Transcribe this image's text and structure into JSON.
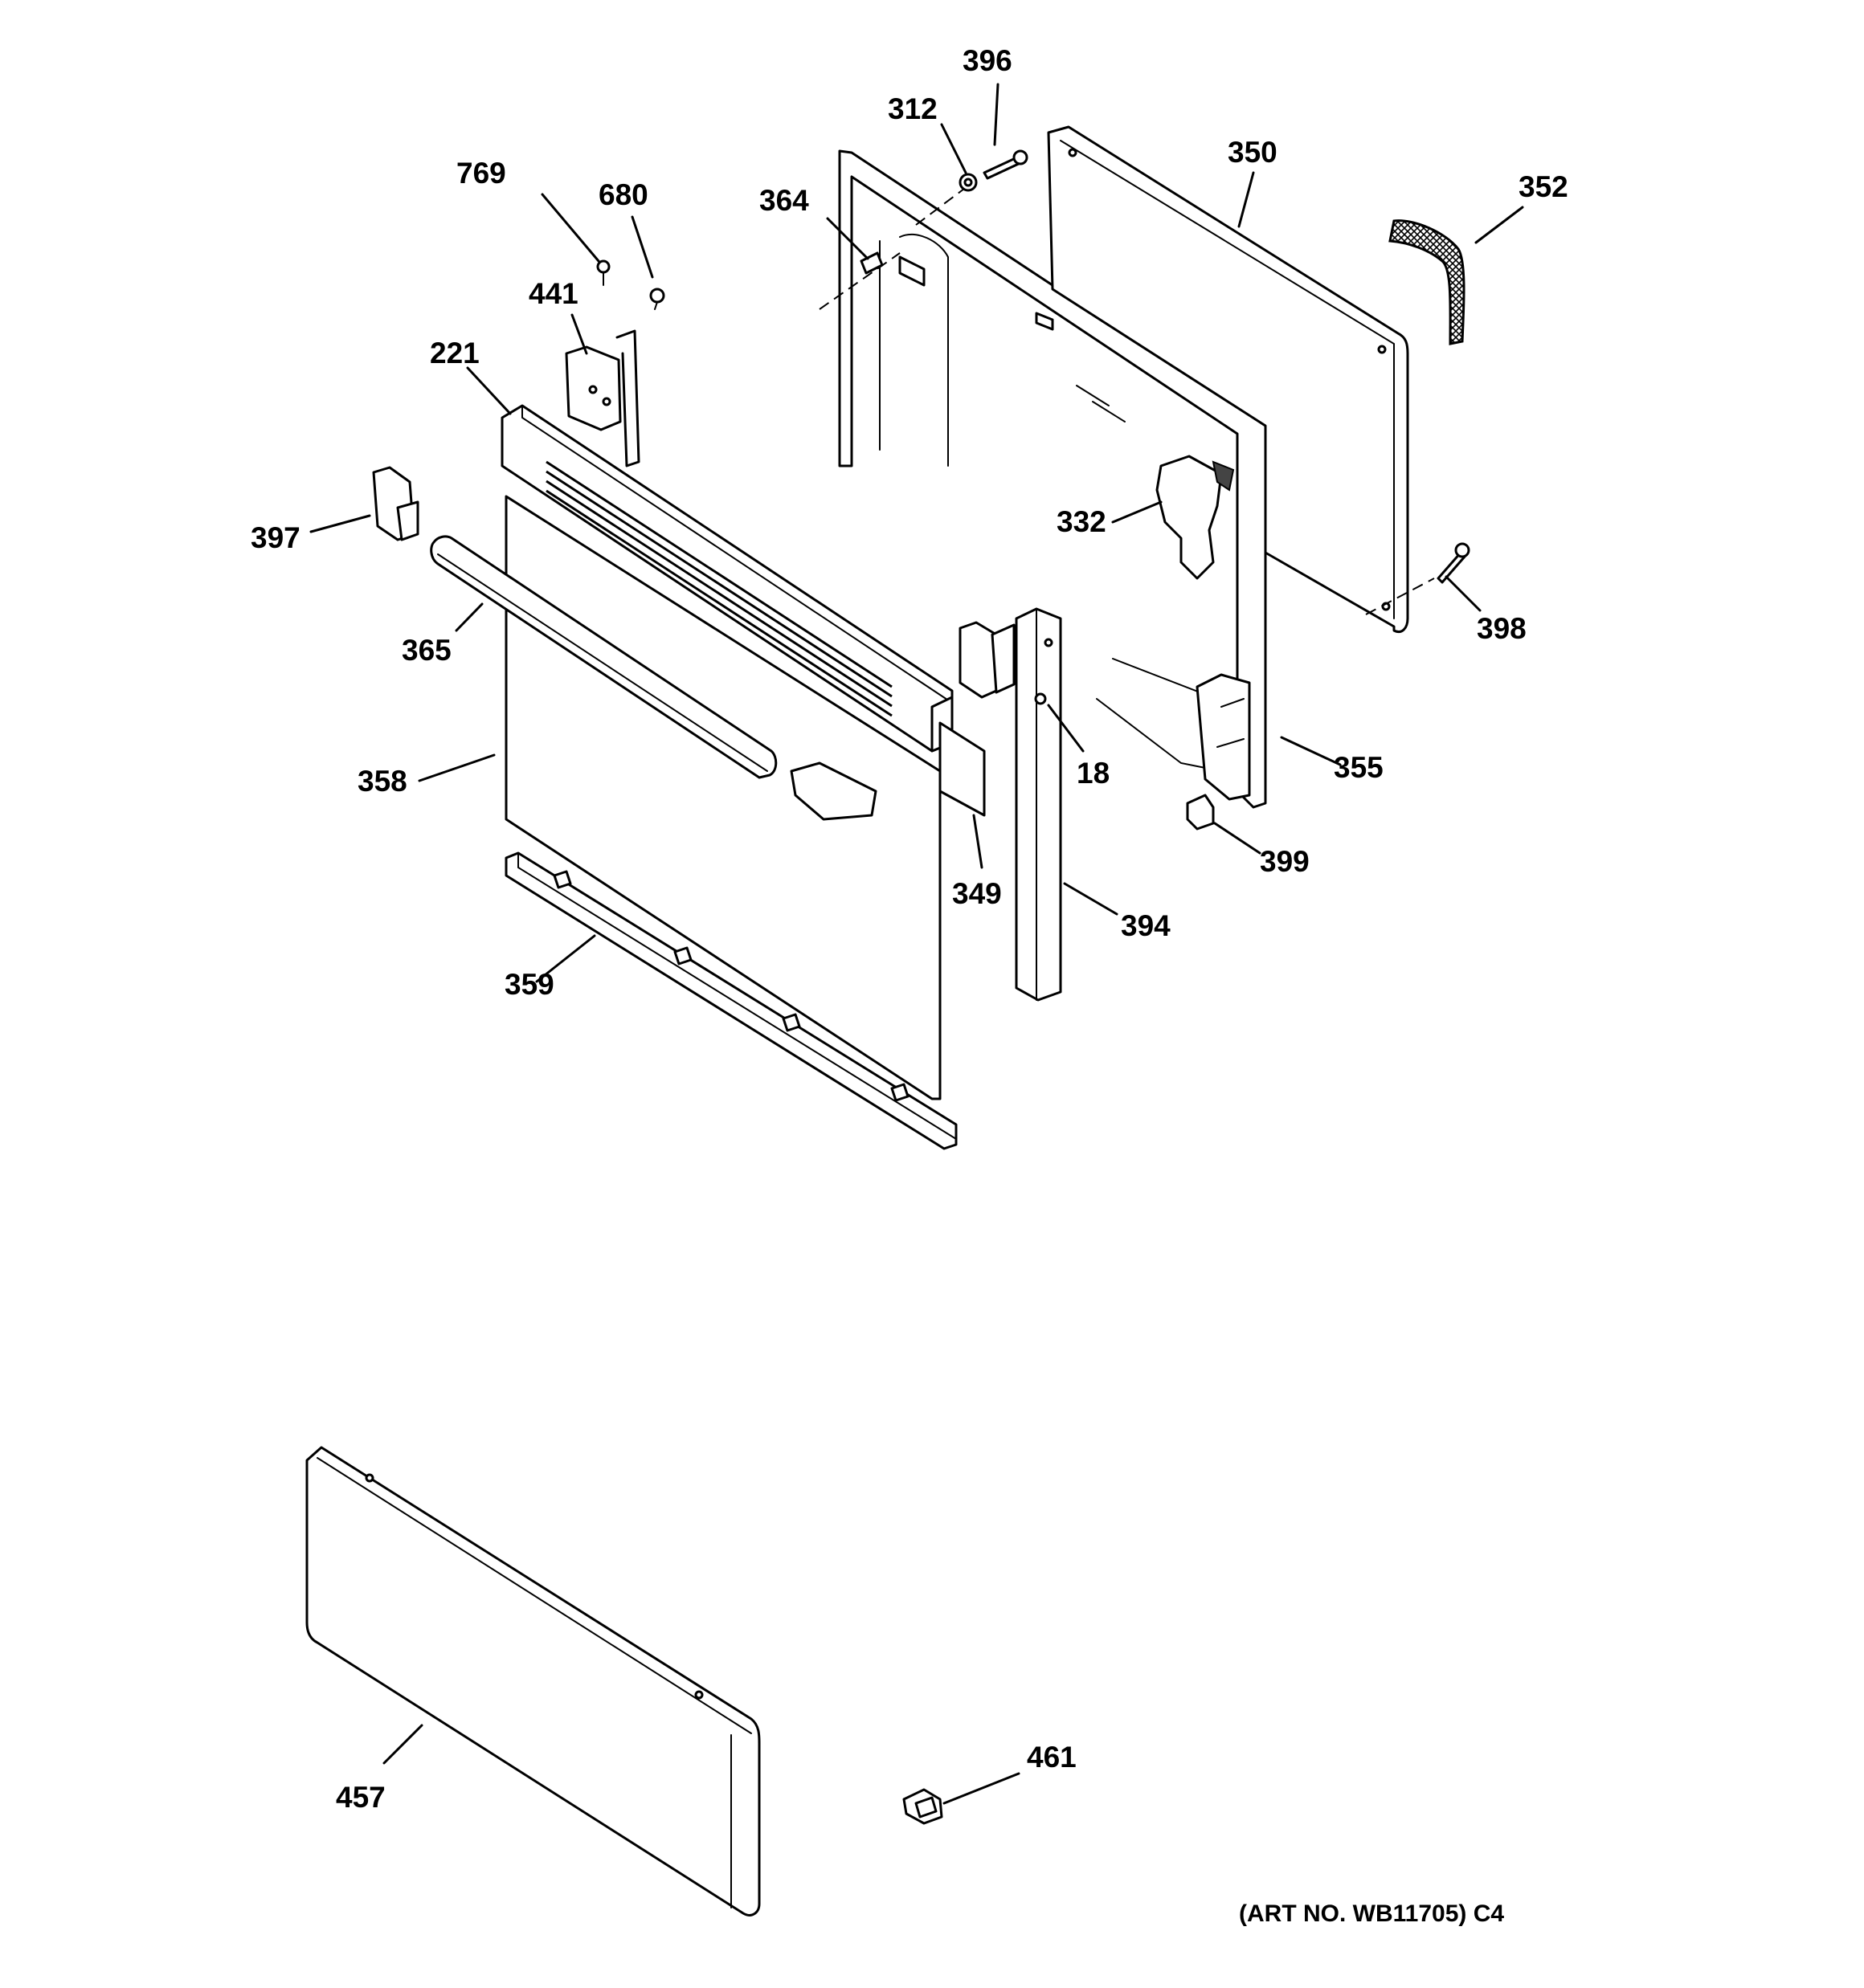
{
  "diagram": {
    "labels": {
      "p18": "18",
      "p221": "221",
      "p312": "312",
      "p332": "332",
      "p349": "349",
      "p350": "350",
      "p352": "352",
      "p355": "355",
      "p358": "358",
      "p359": "359",
      "p364": "364",
      "p365": "365",
      "p394": "394",
      "p396": "396",
      "p397": "397",
      "p398": "398",
      "p399": "399",
      "p441": "441",
      "p457": "457",
      "p461": "461",
      "p680": "680",
      "p769": "769"
    },
    "art_number": "(ART NO. WB11705) C4"
  }
}
